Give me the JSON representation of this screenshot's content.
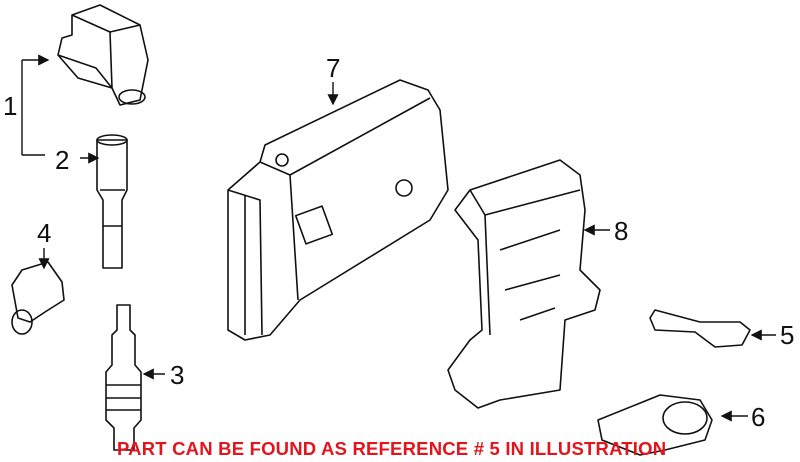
{
  "callouts": {
    "c1": "1",
    "c2": "2",
    "c3": "3",
    "c4": "4",
    "c5": "5",
    "c6": "6",
    "c7": "7",
    "c8": "8"
  },
  "notice": "PART CAN BE FOUND AS REFERENCE # 5 IN ILLUSTRATION",
  "colors": {
    "notice": "#e3141b",
    "line": "#111111"
  }
}
